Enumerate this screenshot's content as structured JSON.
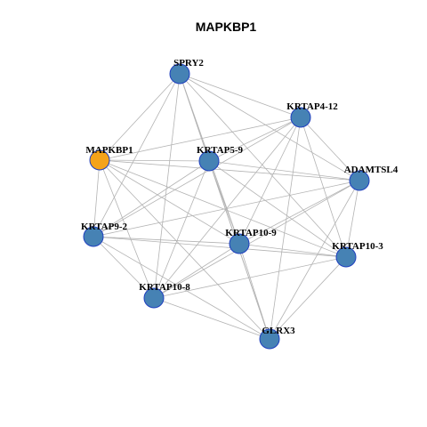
{
  "title": "MAPKBP1",
  "colors": {
    "query_node": "#f5a31a",
    "other_node": "#4682b4",
    "node_border": "#1f3fbf",
    "edge": "#b3b3b3"
  },
  "nodes": [
    {
      "id": "SPRY2",
      "label": "SPRY2",
      "query": false
    },
    {
      "id": "KRTAP4-12",
      "label": "KRTAP4-12",
      "query": false
    },
    {
      "id": "MAPKBP1",
      "label": "MAPKBP1",
      "query": true
    },
    {
      "id": "KRTAP5-9",
      "label": "KRTAP5-9",
      "query": false
    },
    {
      "id": "ADAMTSL4",
      "label": "ADAMTSL4",
      "query": false
    },
    {
      "id": "KRTAP9-2",
      "label": "KRTAP9-2",
      "query": false
    },
    {
      "id": "KRTAP10-9",
      "label": "KRTAP10-9",
      "query": false
    },
    {
      "id": "KRTAP10-3",
      "label": "KRTAP10-3",
      "query": false
    },
    {
      "id": "KRTAP10-8",
      "label": "KRTAP10-8",
      "query": false
    },
    {
      "id": "GLRX3",
      "label": "GLRX3",
      "query": false
    }
  ],
  "edges": [
    [
      "SPRY2",
      "KRTAP4-12"
    ],
    [
      "SPRY2",
      "MAPKBP1"
    ],
    [
      "SPRY2",
      "KRTAP5-9"
    ],
    [
      "SPRY2",
      "ADAMTSL4"
    ],
    [
      "SPRY2",
      "KRTAP9-2"
    ],
    [
      "SPRY2",
      "KRTAP10-9"
    ],
    [
      "SPRY2",
      "KRTAP10-3"
    ],
    [
      "SPRY2",
      "KRTAP10-8"
    ],
    [
      "SPRY2",
      "GLRX3"
    ],
    [
      "KRTAP4-12",
      "MAPKBP1"
    ],
    [
      "KRTAP4-12",
      "KRTAP5-9"
    ],
    [
      "KRTAP4-12",
      "ADAMTSL4"
    ],
    [
      "KRTAP4-12",
      "KRTAP9-2"
    ],
    [
      "KRTAP4-12",
      "KRTAP10-9"
    ],
    [
      "KRTAP4-12",
      "KRTAP10-3"
    ],
    [
      "KRTAP4-12",
      "KRTAP10-8"
    ],
    [
      "KRTAP4-12",
      "GLRX3"
    ],
    [
      "MAPKBP1",
      "KRTAP5-9"
    ],
    [
      "MAPKBP1",
      "ADAMTSL4"
    ],
    [
      "MAPKBP1",
      "KRTAP9-2"
    ],
    [
      "MAPKBP1",
      "KRTAP10-9"
    ],
    [
      "MAPKBP1",
      "KRTAP10-3"
    ],
    [
      "MAPKBP1",
      "KRTAP10-8"
    ],
    [
      "MAPKBP1",
      "GLRX3"
    ],
    [
      "KRTAP5-9",
      "ADAMTSL4"
    ],
    [
      "KRTAP5-9",
      "KRTAP9-2"
    ],
    [
      "KRTAP5-9",
      "KRTAP10-9"
    ],
    [
      "KRTAP5-9",
      "KRTAP10-3"
    ],
    [
      "KRTAP5-9",
      "KRTAP10-8"
    ],
    [
      "KRTAP5-9",
      "GLRX3"
    ],
    [
      "ADAMTSL4",
      "KRTAP9-2"
    ],
    [
      "ADAMTSL4",
      "KRTAP10-9"
    ],
    [
      "ADAMTSL4",
      "KRTAP10-3"
    ],
    [
      "ADAMTSL4",
      "KRTAP10-8"
    ],
    [
      "ADAMTSL4",
      "GLRX3"
    ],
    [
      "KRTAP9-2",
      "KRTAP10-9"
    ],
    [
      "KRTAP9-2",
      "KRTAP10-3"
    ],
    [
      "KRTAP9-2",
      "KRTAP10-8"
    ],
    [
      "KRTAP9-2",
      "GLRX3"
    ],
    [
      "KRTAP10-9",
      "KRTAP10-3"
    ],
    [
      "KRTAP10-9",
      "KRTAP10-8"
    ],
    [
      "KRTAP10-9",
      "GLRX3"
    ],
    [
      "KRTAP10-3",
      "KRTAP10-8"
    ],
    [
      "KRTAP10-3",
      "GLRX3"
    ],
    [
      "KRTAP10-8",
      "GLRX3"
    ]
  ]
}
